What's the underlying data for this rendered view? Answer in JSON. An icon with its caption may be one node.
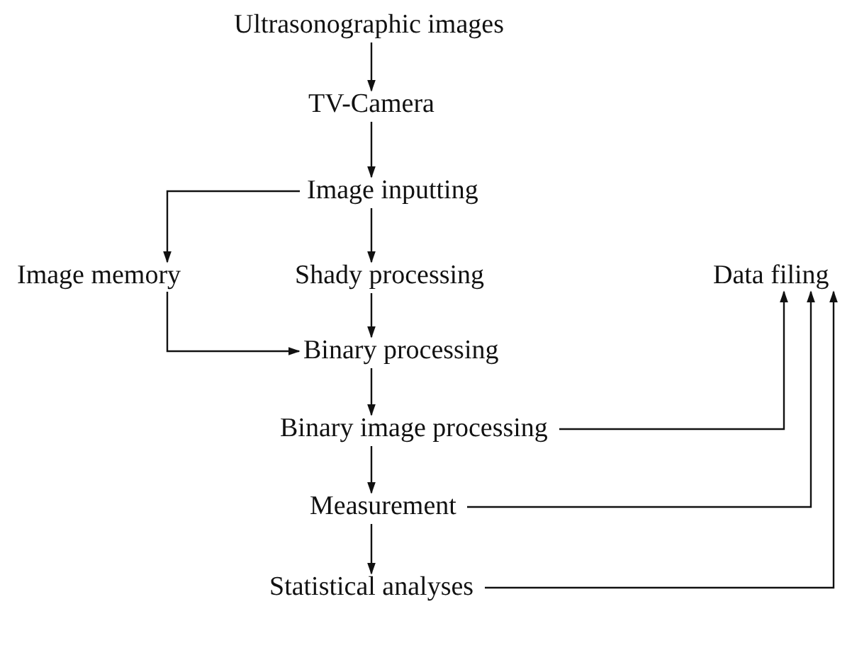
{
  "diagram": {
    "nodes": [
      {
        "text": [
          "Ultrasonographic images"
        ]
      },
      {
        "text": [
          "TV-Camera"
        ]
      },
      {
        "text": [
          "Image inputting"
        ]
      },
      {
        "text": [
          "Image memory"
        ]
      },
      {
        "text": [
          "Shady processing"
        ]
      },
      {
        "text": [
          "Data filing"
        ]
      },
      {
        "text": [
          "Binary processing"
        ]
      },
      {
        "text": [
          "Binary image processing"
        ]
      },
      {
        "text": [
          "Measurement"
        ]
      },
      {
        "text": [
          "Statistical analyses"
        ]
      }
    ],
    "edges": [
      {
        "from": 0,
        "to": 1,
        "arrow": "to"
      },
      {
        "from": 1,
        "to": 2,
        "arrow": "to"
      },
      {
        "from": 2,
        "to": 3,
        "arrow": "to"
      },
      {
        "from": 2,
        "to": 4,
        "arrow": "to"
      },
      {
        "from": 4,
        "to": 6,
        "arrow": "to"
      },
      {
        "from": 3,
        "to": 6,
        "arrow": "to"
      },
      {
        "from": 6,
        "to": 7,
        "arrow": "to"
      },
      {
        "from": 7,
        "to": 8,
        "arrow": "to"
      },
      {
        "from": 8,
        "to": 9,
        "arrow": "to"
      },
      {
        "from": 7,
        "to": 5,
        "arrow": "to"
      },
      {
        "from": 8,
        "to": 5,
        "arrow": "to"
      },
      {
        "from": 9,
        "to": 5,
        "arrow": "to"
      }
    ]
  }
}
